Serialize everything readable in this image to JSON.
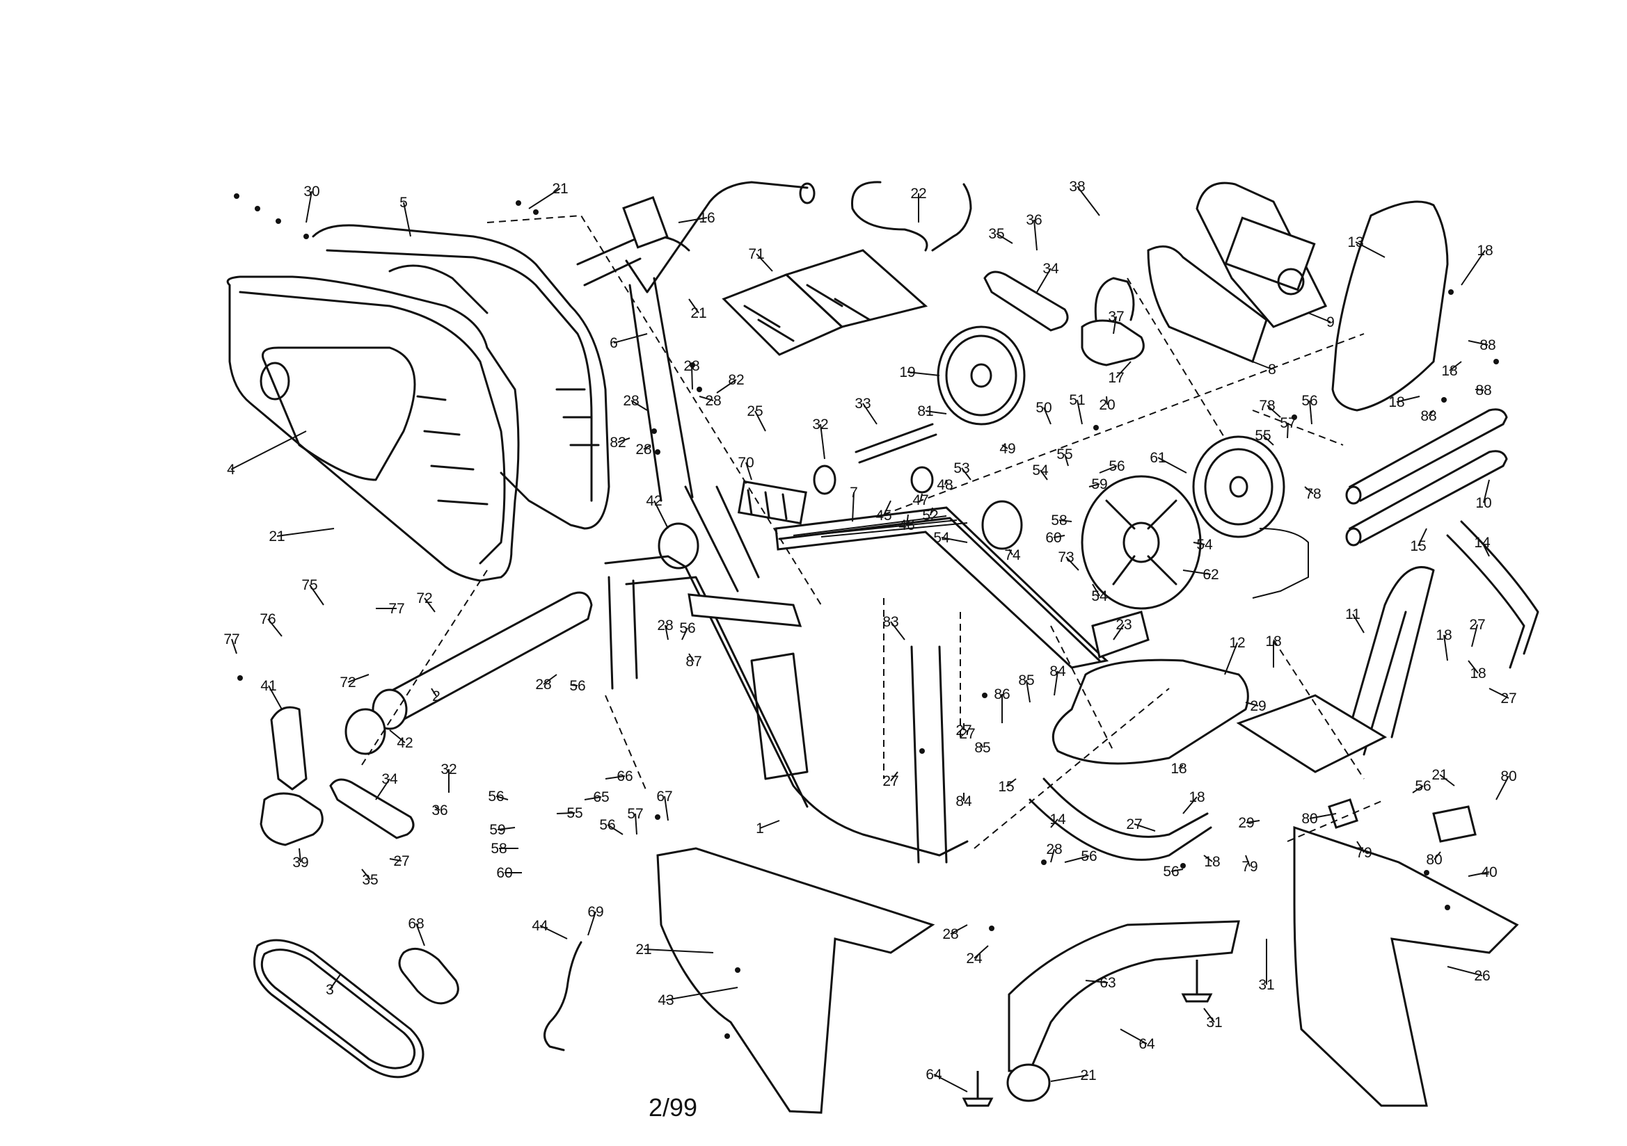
{
  "page": {
    "date_code": "2/99"
  },
  "callouts": [
    {
      "label": "30"
    },
    {
      "label": "5"
    },
    {
      "label": "4"
    },
    {
      "label": "21"
    },
    {
      "label": "21"
    },
    {
      "label": "16"
    },
    {
      "label": "21"
    },
    {
      "label": "6"
    },
    {
      "label": "22"
    },
    {
      "label": "71"
    },
    {
      "label": "38"
    },
    {
      "label": "35"
    },
    {
      "label": "36"
    },
    {
      "label": "34"
    },
    {
      "label": "37"
    },
    {
      "label": "9"
    },
    {
      "label": "13"
    },
    {
      "label": "18"
    },
    {
      "label": "88"
    },
    {
      "label": "18"
    },
    {
      "label": "88"
    },
    {
      "label": "18"
    },
    {
      "label": "88"
    },
    {
      "label": "8"
    },
    {
      "label": "17"
    },
    {
      "label": "20"
    },
    {
      "label": "19"
    },
    {
      "label": "28"
    },
    {
      "label": "82"
    },
    {
      "label": "28"
    },
    {
      "label": "28"
    },
    {
      "label": "82"
    },
    {
      "label": "28"
    },
    {
      "label": "25"
    },
    {
      "label": "70"
    },
    {
      "label": "33"
    },
    {
      "label": "32"
    },
    {
      "label": "81"
    },
    {
      "label": "49"
    },
    {
      "label": "50"
    },
    {
      "label": "51"
    },
    {
      "label": "78"
    },
    {
      "label": "56"
    },
    {
      "label": "57"
    },
    {
      "label": "55"
    },
    {
      "label": "61"
    },
    {
      "label": "78"
    },
    {
      "label": "10"
    },
    {
      "label": "53"
    },
    {
      "label": "48"
    },
    {
      "label": "47"
    },
    {
      "label": "52"
    },
    {
      "label": "45"
    },
    {
      "label": "46"
    },
    {
      "label": "55"
    },
    {
      "label": "54"
    },
    {
      "label": "56"
    },
    {
      "label": "59"
    },
    {
      "label": "58"
    },
    {
      "label": "60"
    },
    {
      "label": "54"
    },
    {
      "label": "74"
    },
    {
      "label": "42"
    },
    {
      "label": "7"
    },
    {
      "label": "54"
    },
    {
      "label": "62"
    },
    {
      "label": "73"
    },
    {
      "label": "54"
    },
    {
      "label": "15"
    },
    {
      "label": "14"
    },
    {
      "label": "75"
    },
    {
      "label": "77"
    },
    {
      "label": "72"
    },
    {
      "label": "76"
    },
    {
      "label": "77"
    },
    {
      "label": "72"
    },
    {
      "label": "2"
    },
    {
      "label": "28"
    },
    {
      "label": "56"
    },
    {
      "label": "87"
    },
    {
      "label": "28"
    },
    {
      "label": "56"
    },
    {
      "label": "83"
    },
    {
      "label": "23"
    },
    {
      "label": "12"
    },
    {
      "label": "18"
    },
    {
      "label": "11"
    },
    {
      "label": "18"
    },
    {
      "label": "27"
    },
    {
      "label": "18"
    },
    {
      "label": "27"
    },
    {
      "label": "29"
    },
    {
      "label": "41"
    },
    {
      "label": "42"
    },
    {
      "label": "27"
    },
    {
      "label": "86"
    },
    {
      "label": "85"
    },
    {
      "label": "84"
    },
    {
      "label": "27"
    },
    {
      "label": "27"
    },
    {
      "label": "85"
    },
    {
      "label": "84"
    },
    {
      "label": "15"
    },
    {
      "label": "18"
    },
    {
      "label": "56"
    },
    {
      "label": "80"
    },
    {
      "label": "34"
    },
    {
      "label": "32"
    },
    {
      "label": "66"
    },
    {
      "label": "65"
    },
    {
      "label": "56"
    },
    {
      "label": "55"
    },
    {
      "label": "59"
    },
    {
      "label": "58"
    },
    {
      "label": "60"
    },
    {
      "label": "67"
    },
    {
      "label": "56"
    },
    {
      "label": "57"
    },
    {
      "label": "1"
    },
    {
      "label": "14"
    },
    {
      "label": "27"
    },
    {
      "label": "18"
    },
    {
      "label": "18"
    },
    {
      "label": "29"
    },
    {
      "label": "79"
    },
    {
      "label": "80"
    },
    {
      "label": "79"
    },
    {
      "label": "80"
    },
    {
      "label": "21"
    },
    {
      "label": "40"
    },
    {
      "label": "39"
    },
    {
      "label": "36"
    },
    {
      "label": "35"
    },
    {
      "label": "27"
    },
    {
      "label": "56"
    },
    {
      "label": "28"
    },
    {
      "label": "56"
    },
    {
      "label": "28"
    },
    {
      "label": "24"
    },
    {
      "label": "21"
    },
    {
      "label": "43"
    },
    {
      "label": "44"
    },
    {
      "label": "69"
    },
    {
      "label": "68"
    },
    {
      "label": "3"
    },
    {
      "label": "63"
    },
    {
      "label": "64"
    },
    {
      "label": "31"
    },
    {
      "label": "31"
    },
    {
      "label": "64"
    },
    {
      "label": "21"
    },
    {
      "label": "26"
    }
  ]
}
